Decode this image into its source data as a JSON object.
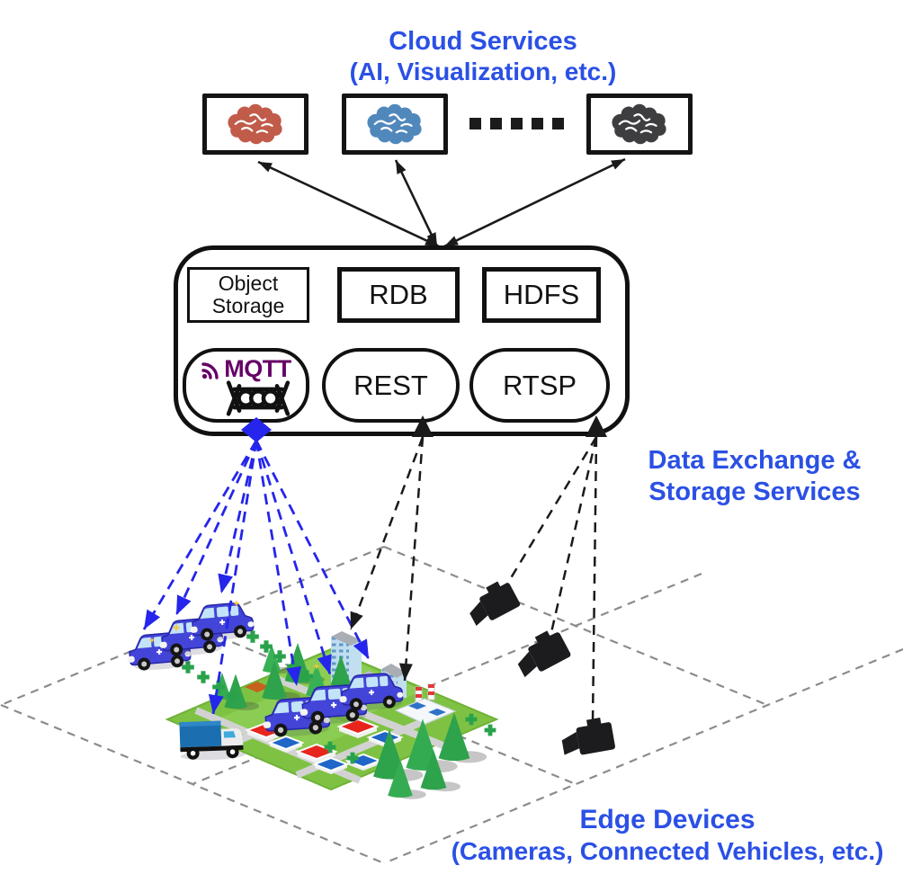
{
  "header": {
    "title": "Cloud Services",
    "subtitle": "(AI, Visualization, etc.)"
  },
  "cloud_nodes": [
    {
      "name": "ai-service-brain-red",
      "color": "#C15B4A"
    },
    {
      "name": "ai-service-brain-blue",
      "color": "#5188BC"
    },
    {
      "name": "ai-service-brain-dark",
      "color": "#3E3E41"
    }
  ],
  "platform": {
    "storage": [
      {
        "label": "Object Storage"
      },
      {
        "label": "RDB"
      },
      {
        "label": "HDFS"
      }
    ],
    "protocols": {
      "mqtt": "MQTT",
      "rest": "REST",
      "rtsp": "RTSP"
    },
    "label_line1": "Data Exchange &",
    "label_line2": "Storage Services"
  },
  "edge": {
    "label_line1": "Edge Devices",
    "label_line2": "(Cameras, Connected Vehicles, etc.)"
  },
  "colors": {
    "accent_blue": "#2B50E5",
    "mqtt_link_blue": "#2525EC",
    "mqtt_purple": "#660066",
    "connector_black": "#1A1A1A",
    "grid_gray": "#8C8C8C",
    "city_green": "#7FC243",
    "tree_green": "#2FA24C",
    "truck_blue": "#1B6FB0",
    "car_blue": "#4345D8"
  }
}
